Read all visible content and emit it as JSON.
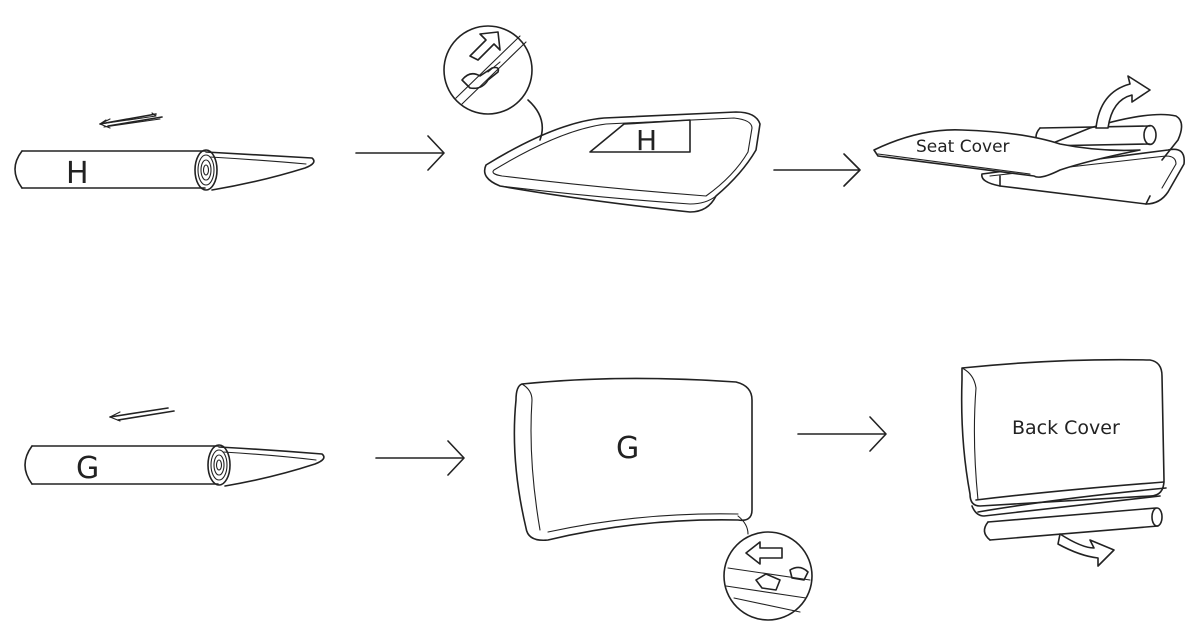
{
  "top_row": {
    "roll_letter": "H",
    "cushion_letter": "H",
    "cover_label": "Seat Cover"
  },
  "bottom_row": {
    "roll_letter": "G",
    "cushion_letter": "G",
    "cover_label": "Back Cover"
  },
  "icons": [
    "direction-arrow-icon",
    "process-arrow-icon",
    "zipper-detail-icon",
    "curved-arrow-icon"
  ]
}
